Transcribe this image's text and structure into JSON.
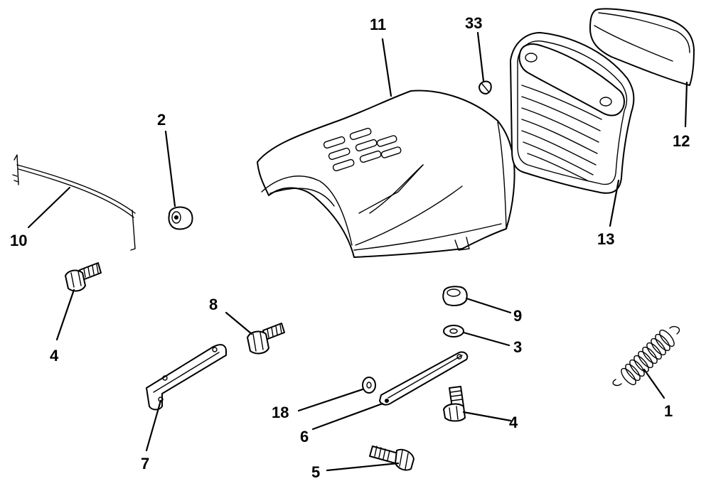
{
  "diagram": {
    "callouts": [
      {
        "id": "c11",
        "label": "11"
      },
      {
        "id": "c33",
        "label": "33"
      },
      {
        "id": "c12",
        "label": "12"
      },
      {
        "id": "c13",
        "label": "13"
      },
      {
        "id": "c2",
        "label": "2"
      },
      {
        "id": "c10",
        "label": "10"
      },
      {
        "id": "c4a",
        "label": "4"
      },
      {
        "id": "c8",
        "label": "8"
      },
      {
        "id": "c9",
        "label": "9"
      },
      {
        "id": "c3",
        "label": "3"
      },
      {
        "id": "c1",
        "label": "1"
      },
      {
        "id": "c18",
        "label": "18"
      },
      {
        "id": "c6",
        "label": "6"
      },
      {
        "id": "c4b",
        "label": "4"
      },
      {
        "id": "c7",
        "label": "7"
      },
      {
        "id": "c5",
        "label": "5"
      }
    ]
  }
}
